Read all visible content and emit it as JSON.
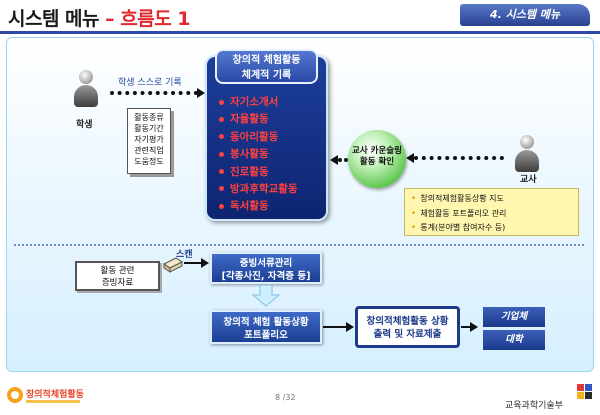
{
  "header": {
    "title_main": "시스템 메뉴 ",
    "title_accent": "– 흐름도 1",
    "tab_label": "4. 시스템 메뉴"
  },
  "student": {
    "label": "학생",
    "arrow_label": "학생 스스로 기록",
    "paper_items": [
      "활동종류",
      "활동기간",
      "자기평가",
      "관련직업",
      "도움정도"
    ]
  },
  "record_box": {
    "title_line1": "창의적 체험활동",
    "title_line2": "체계적 기록",
    "items": [
      "자기소개서",
      "자율활동",
      "동아리활동",
      "봉사활동",
      "진로활동",
      "방과후학교활동",
      "독서활동"
    ]
  },
  "teacher": {
    "label": "교사",
    "sphere_line1": "교사 카운슬링",
    "sphere_line2": "활동 확인",
    "notes": [
      "창의적체험활동상황 지도",
      "체험활동 포트폴리오 관리",
      "통계(분야별 참여자수 등)"
    ]
  },
  "flow": {
    "evidence_line1": "활동 관련",
    "evidence_line2": "증빙자료",
    "scan_label": "스캔",
    "mgmt_line1": "증빙서류관리",
    "mgmt_line2": "[각종사진, 자격증 등]",
    "portfolio_line1": "창의적 체험 활동상황",
    "portfolio_line2": "포트폴리오",
    "output_line1": "창의적체험활동 상황",
    "output_line2": "출력 및 자료제출",
    "targets": [
      "기업체",
      "대학"
    ]
  },
  "footer": {
    "page": "8 /32",
    "logo_left": "창의적체험활동",
    "logo_right": "교육과학기술부"
  },
  "colors": {
    "accent_red": "#e0282e",
    "navy": "#1e3a8a",
    "list_red": "#ff4040",
    "sphere_green": "#5cc64c",
    "note_yellow": "#fff7b0"
  }
}
